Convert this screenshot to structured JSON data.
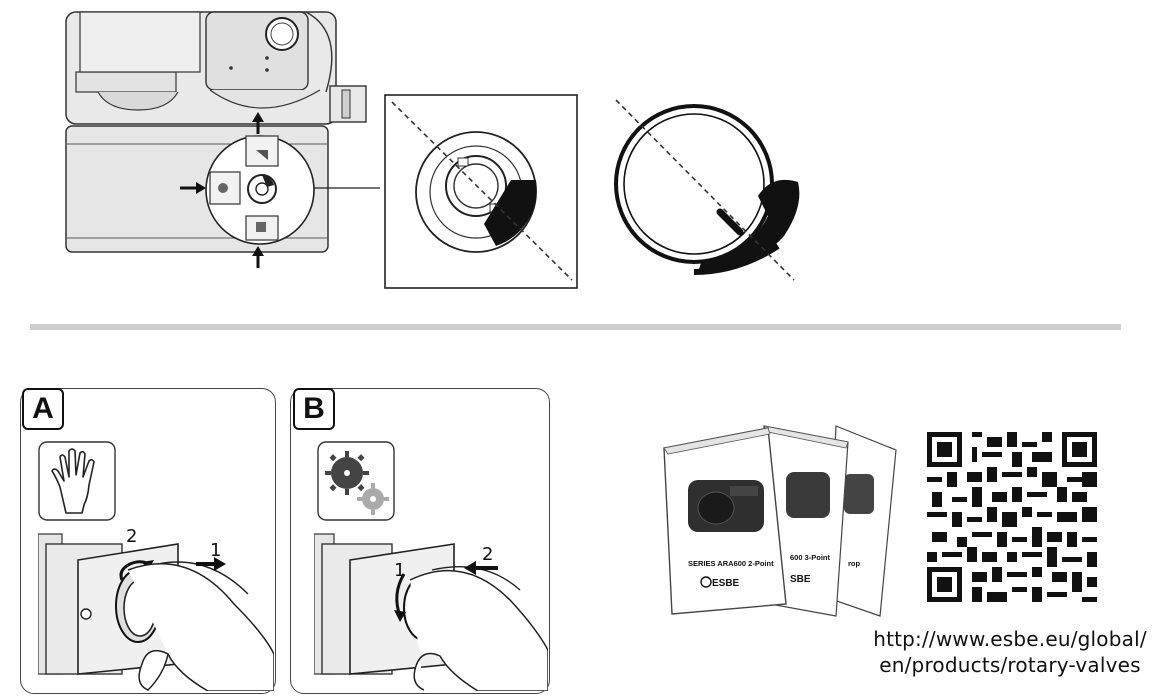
{
  "top_section": {
    "icons": [
      "pump-valve-cutaway-drawing",
      "zoom-detail-dial",
      "rotary-knob-drawing"
    ]
  },
  "panel_a": {
    "badge_label": "A",
    "mode_icon": "hand-icon",
    "step_labels": [
      "2",
      "1"
    ]
  },
  "panel_b": {
    "badge_label": "B",
    "mode_icon": "gears-icon",
    "step_labels": [
      "1",
      "2"
    ]
  },
  "manuals": {
    "booklets": [
      {
        "caption": "SERIES ARA600 2-Point",
        "brand": "ESBE"
      },
      {
        "caption": "600 3-Point",
        "brand": "SBE"
      },
      {
        "caption": "rop",
        "brand": ""
      }
    ]
  },
  "qr": {
    "icon": "qr-code-icon"
  },
  "url": {
    "line1": "http://www.esbe.eu/global/",
    "line2": "en/products/rotary-valves"
  }
}
